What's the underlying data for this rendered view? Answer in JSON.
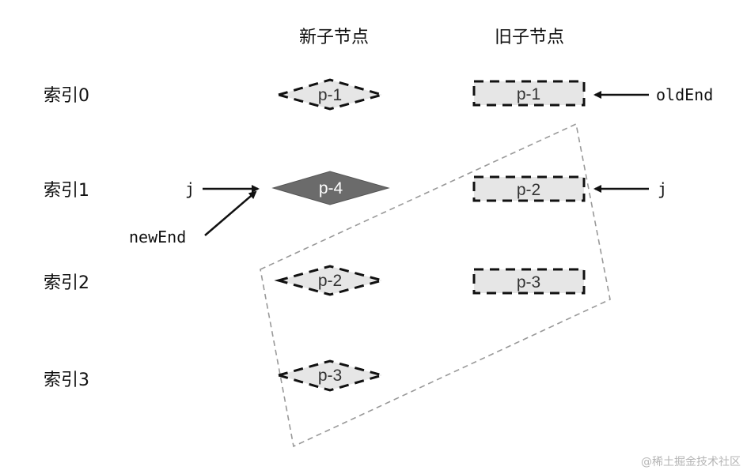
{
  "headers": {
    "new_children": "新子节点",
    "old_children": "旧子节点"
  },
  "rows": [
    {
      "label": "索引0"
    },
    {
      "label": "索引1"
    },
    {
      "label": "索引2"
    },
    {
      "label": "索引3"
    }
  ],
  "new_nodes": [
    {
      "label": "p-1",
      "style": "dashed"
    },
    {
      "label": "p-4",
      "style": "filled"
    },
    {
      "label": "p-2",
      "style": "dashed"
    },
    {
      "label": "p-3",
      "style": "dashed"
    }
  ],
  "old_nodes": [
    {
      "label": "p-1"
    },
    {
      "label": "p-2"
    },
    {
      "label": "p-3"
    }
  ],
  "pointers": {
    "old_end": "oldEnd",
    "old_j": "j",
    "new_j": "j",
    "new_end": "newEnd"
  },
  "colors": {
    "dashed_fill": "#e6e6e6",
    "filled_node": "#6b6b6b",
    "group_outline": "#999999"
  },
  "watermark": "@稀土掘金技术社区"
}
